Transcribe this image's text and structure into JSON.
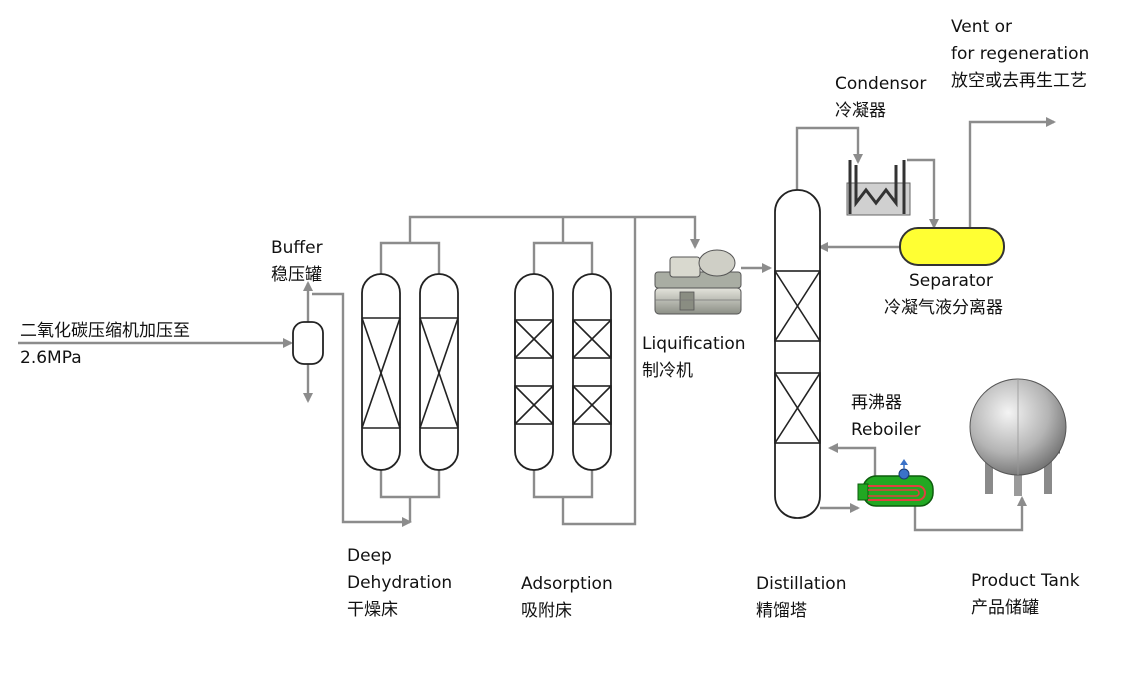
{
  "labels": {
    "feed_line1": "二氧化碳压缩机加压至",
    "feed_line2": "2.6MPa",
    "buffer_en": "Buffer",
    "buffer_cn": "稳压罐",
    "dehydration_en1": "Deep",
    "dehydration_en2": "Dehydration",
    "dehydration_cn": "干燥床",
    "adsorption_en": "Adsorption",
    "adsorption_cn": "吸附床",
    "liquification_en": "Liquification",
    "liquification_cn": "制冷机",
    "distillation_en": "Distillation",
    "distillation_cn": "精馏塔",
    "condensor_en": "Condensor",
    "condensor_cn": "冷凝器",
    "vent_en1": "Vent or",
    "vent_en2": "for regeneration",
    "vent_cn": "放空或去再生工艺",
    "separator_en": "Separator",
    "separator_cn": "冷凝气液分离器",
    "reboiler_cn": "再沸器",
    "reboiler_en": "Reboiler",
    "product_tank_en": "Product Tank",
    "product_tank_cn": "产品储罐"
  },
  "colors": {
    "pipe": "#8c8c8c",
    "separator_fill": "#ffff33",
    "reboiler_fill": "#22a822",
    "tank_fill": "#c8c8c8"
  }
}
